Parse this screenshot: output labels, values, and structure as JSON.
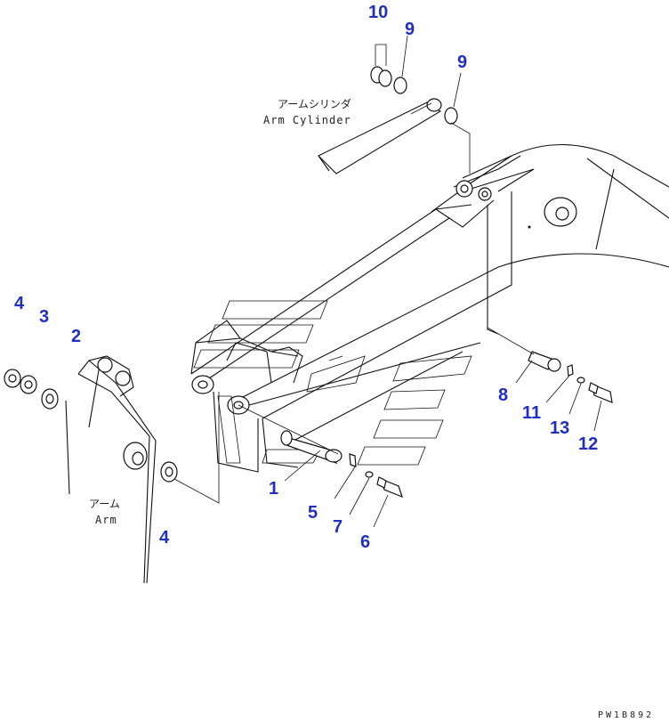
{
  "diagram": {
    "labels": {
      "arm_cylinder_jp": "アームシリンダ",
      "arm_cylinder_en": "Arm Cylinder",
      "arm_jp": "アーム",
      "arm_en": "Arm",
      "drawing_code": "PW1B892"
    },
    "callouts": {
      "c1": "1",
      "c2": "2",
      "c3": "3",
      "c4a": "4",
      "c4b": "4",
      "c5": "5",
      "c6": "6",
      "c7": "7",
      "c8": "8",
      "c9a": "9",
      "c9b": "9",
      "c10": "10",
      "c11": "11",
      "c12": "12",
      "c13": "13"
    },
    "colors": {
      "callout": "#1f2fbf",
      "line": "#111111"
    }
  }
}
